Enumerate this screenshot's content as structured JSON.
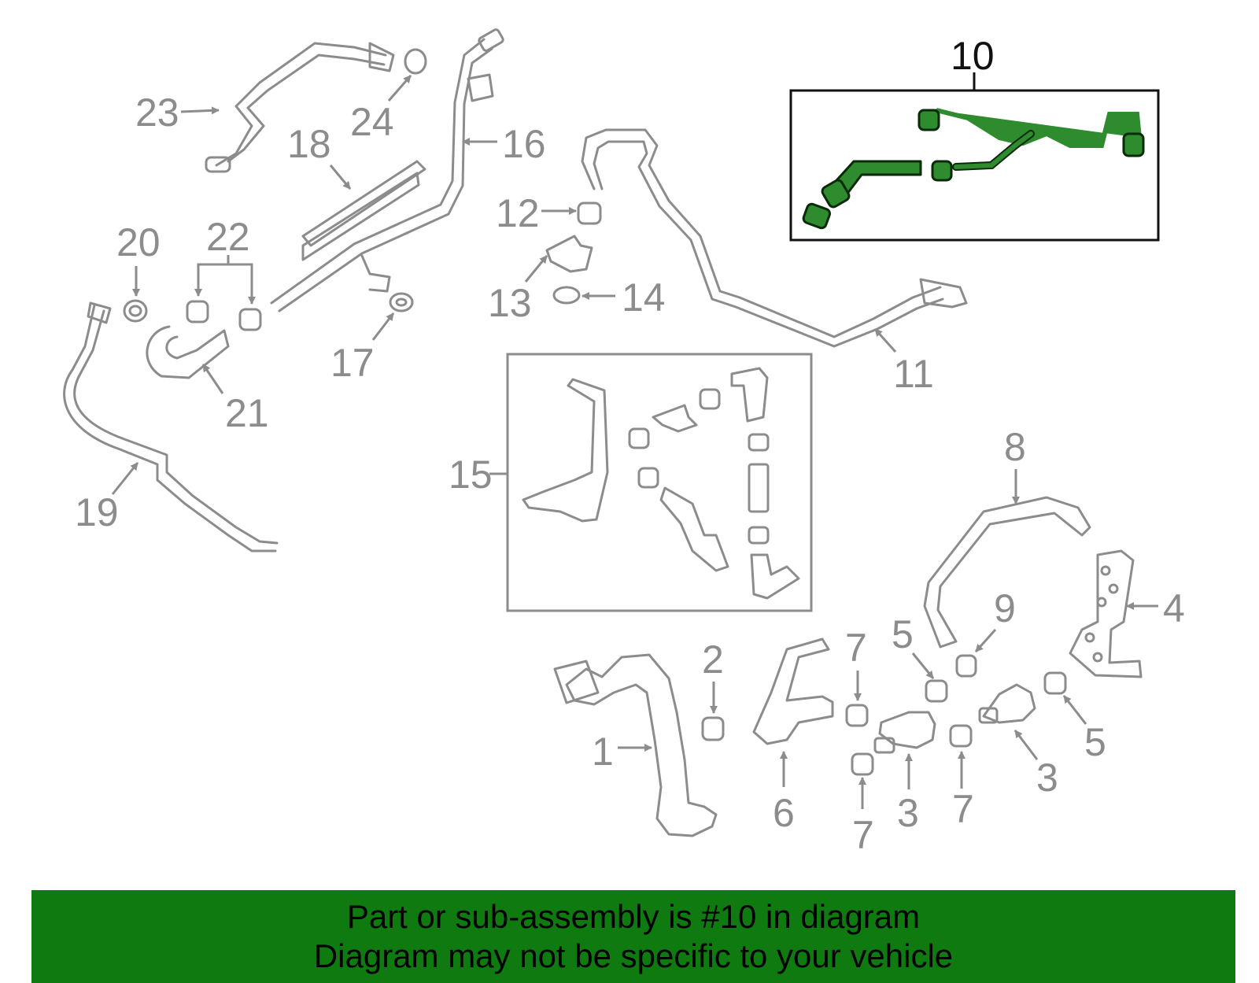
{
  "colors": {
    "part_line": "#8c8c8c",
    "highlight_fill": "#2e8b2e",
    "highlight_stroke": "#0a2a0a",
    "banner": "#0f7a0f",
    "banner_text": "#000000",
    "label_dark": "#111111"
  },
  "callouts": {
    "n1": "1",
    "n2": "2",
    "n3a": "3",
    "n3b": "3",
    "n4": "4",
    "n5a": "5",
    "n5b": "5",
    "n6": "6",
    "n7a": "7",
    "n7b": "7",
    "n7c": "7",
    "n8": "8",
    "n9": "9",
    "n10": "10",
    "n11": "11",
    "n12": "12",
    "n13": "13",
    "n14": "14",
    "n15": "15",
    "n16": "16",
    "n17": "17",
    "n18": "18",
    "n19": "19",
    "n20": "20",
    "n21": "21",
    "n22": "22",
    "n23": "23",
    "n24": "24"
  },
  "banner": {
    "line1": "Part or sub-assembly is #10 in diagram",
    "line2": "Diagram may not be specific to your vehicle"
  }
}
